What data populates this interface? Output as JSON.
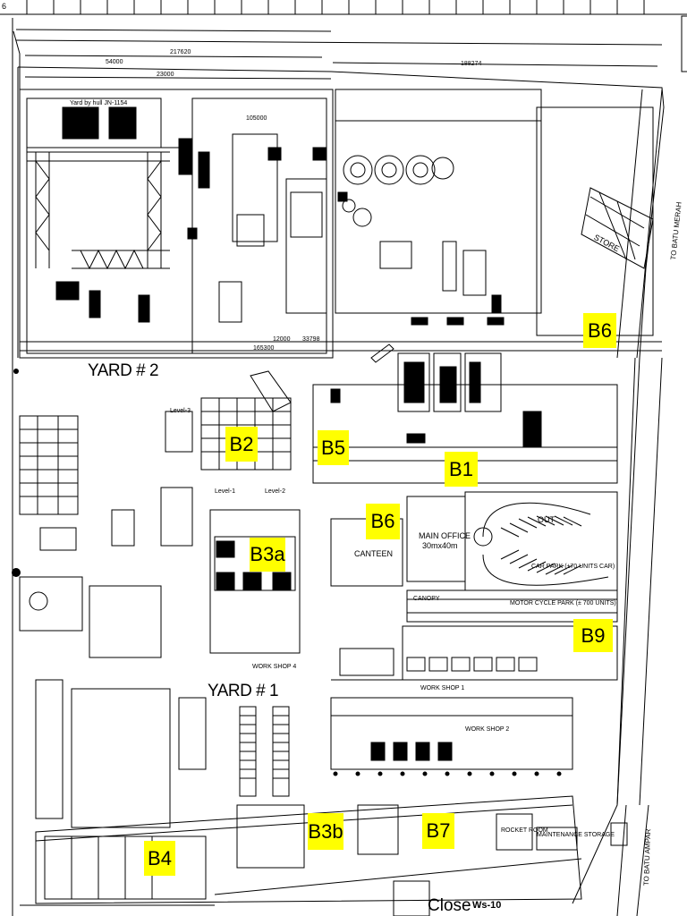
{
  "yards": {
    "yard2": "YARD # 2",
    "yard1": "YARD # 1"
  },
  "tags": {
    "b6_top": "B6",
    "b2": "B2",
    "b5": "B5",
    "b1": "B1",
    "b6_mid": "B6",
    "b3a": "B3a",
    "b9": "B9",
    "b3b": "B3b",
    "b7": "B7",
    "b4": "B4"
  },
  "labels": {
    "canteen": "CANTEEN",
    "main_office": "MAIN OFFICE",
    "main_office_size": "30mx40m",
    "store": "STORE",
    "out": "OUT",
    "car_park": "CAR PARK (±70 UNITS CAR)",
    "motorcycle_park": "MOTOR CYCLE PARK (± 700 UNITS)",
    "work_shop_1": "WORK SHOP 1",
    "work_shop_2": "WORK SHOP 2",
    "work_shop_4": "WORK SHOP 4",
    "canopy": "CANOPY",
    "maintenance_storage": "MAINTENANCE STORAGE",
    "rocket_room": "ROCKET ROOM",
    "to_batu_merah": "TO BATU MERAH",
    "to_batu_ampar": "TO BATU AMPAR",
    "close": "Close",
    "ws10": "Ws-10",
    "dim_217620": "217620",
    "dim_188274": "188274",
    "dim_54000": "54000",
    "dim_23000": "23000",
    "dim_105000": "105000",
    "dim_165300": "165300",
    "dim_12000": "12000",
    "dim_33798": "33798",
    "hull_no": "Yard by hull JN-1154",
    "level3": "Level-3",
    "level2": "Level-2",
    "level1": "Level-1",
    "corner": "6"
  }
}
